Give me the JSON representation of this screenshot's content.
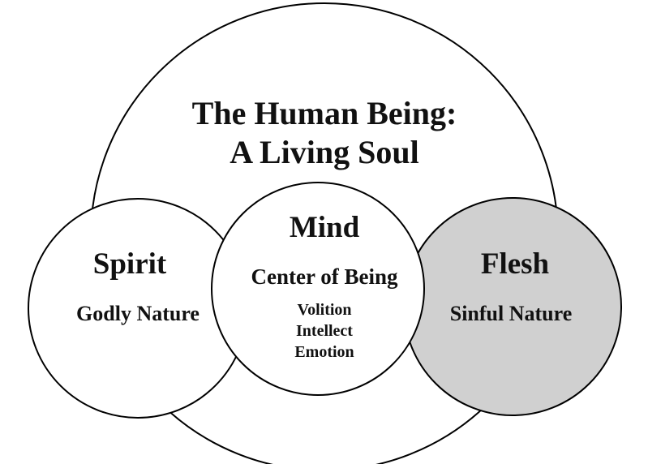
{
  "title": {
    "line1": "The Human Being:",
    "line2": "A Living Soul"
  },
  "mind": {
    "title": "Mind",
    "subtitle": "Center of Being",
    "faculties": [
      "Volition",
      "Intellect",
      "Emotion"
    ]
  },
  "spirit": {
    "title": "Spirit",
    "nature": "Godly Nature"
  },
  "flesh": {
    "title": "Flesh",
    "nature": "Sinful Nature"
  },
  "colors": {
    "outline": "#000000",
    "background": "#ffffff",
    "flesh_fill": "#d0d0d0"
  }
}
